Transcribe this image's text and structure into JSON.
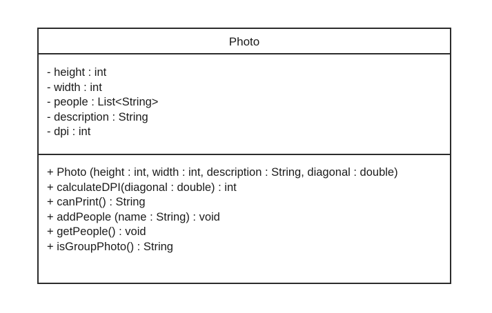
{
  "class": {
    "name": "Photo",
    "attributes": [
      "- height : int",
      "- width : int",
      "- people : List<String>",
      "- description : String",
      "- dpi : int"
    ],
    "methods": [
      "+ Photo (height : int, width : int, description : String, diagonal : double)",
      "+ calculateDPI(diagonal : double) : int",
      "+ canPrint() : String",
      "+ addPeople (name : String) : void",
      "+ getPeople() : void",
      "+ isGroupPhoto() : String"
    ]
  }
}
